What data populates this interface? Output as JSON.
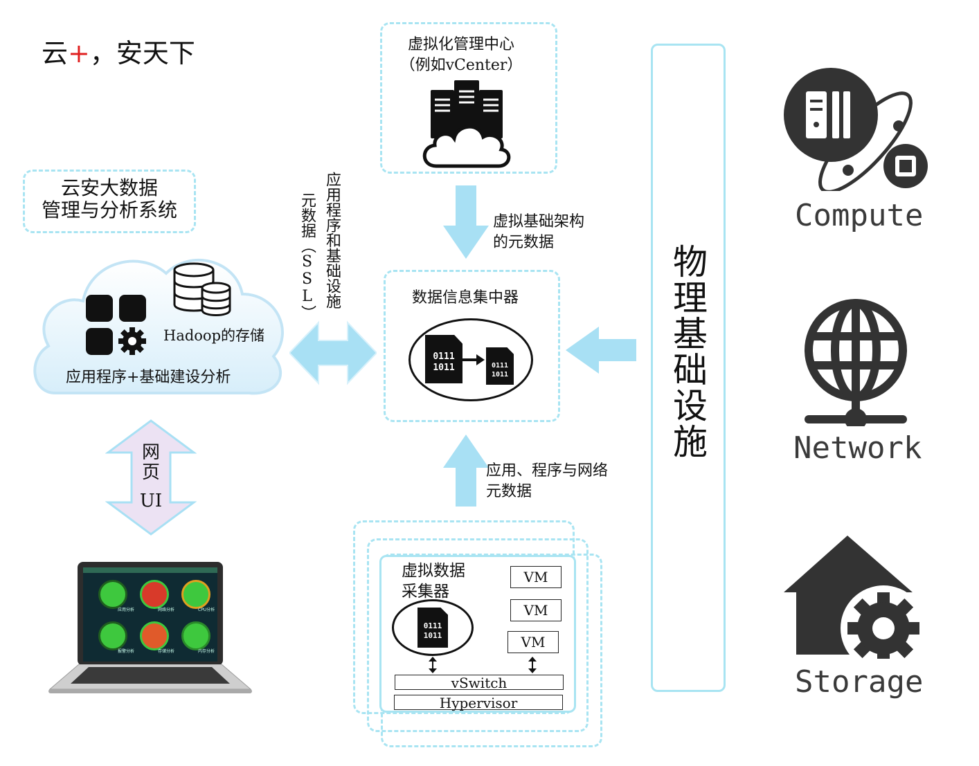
{
  "slogan": {
    "part1": "云",
    "plus": "+",
    "part2": "，安天下",
    "plus_color": "#e02020"
  },
  "bigdata_system": {
    "line1": "云安大数据",
    "line2": "管理与分析系统"
  },
  "cloud": {
    "hadoop_label": "Hadoop的存储",
    "analysis_label": "应用程序+基础建设分析"
  },
  "ssl_link": {
    "col1": "应用程序和基础设施",
    "col2": "元数据（SSL）"
  },
  "web_ui_arrow": {
    "line1": "网",
    "line2": "页",
    "line3": "UI"
  },
  "vcenter": {
    "line1": "虚拟化管理中心",
    "line2": "（例如vCenter）"
  },
  "infra_metadata": {
    "line1": "虚拟基础架构",
    "line2": "的元数据"
  },
  "hub": {
    "title": "数据信息集中器",
    "binary_big": [
      "0111",
      "1011"
    ],
    "binary_small": [
      "0111",
      "1011"
    ]
  },
  "app_net_metadata": {
    "line1": "应用、程序与网络",
    "line2": "元数据"
  },
  "collector": {
    "title_line1": "虚拟数据",
    "title_line2": "采集器",
    "binary": [
      "0111",
      "1011"
    ],
    "vms": [
      "VM",
      "VM",
      "VM"
    ],
    "vswitch": "vSwitch",
    "hypervisor": "Hypervisor"
  },
  "physical_infra": "物理基础设施",
  "resources": {
    "compute": "Compute",
    "network": "Network",
    "storage": "Storage"
  },
  "laptop_screen": {
    "panels": [
      "应用分析",
      "网络分析",
      "CPU分析",
      "报警分析",
      "存储分析",
      "内存分析"
    ]
  },
  "colors": {
    "arrow": "#a8e0f4",
    "dash": "#a8e4f2",
    "icon_dark": "#333333"
  }
}
